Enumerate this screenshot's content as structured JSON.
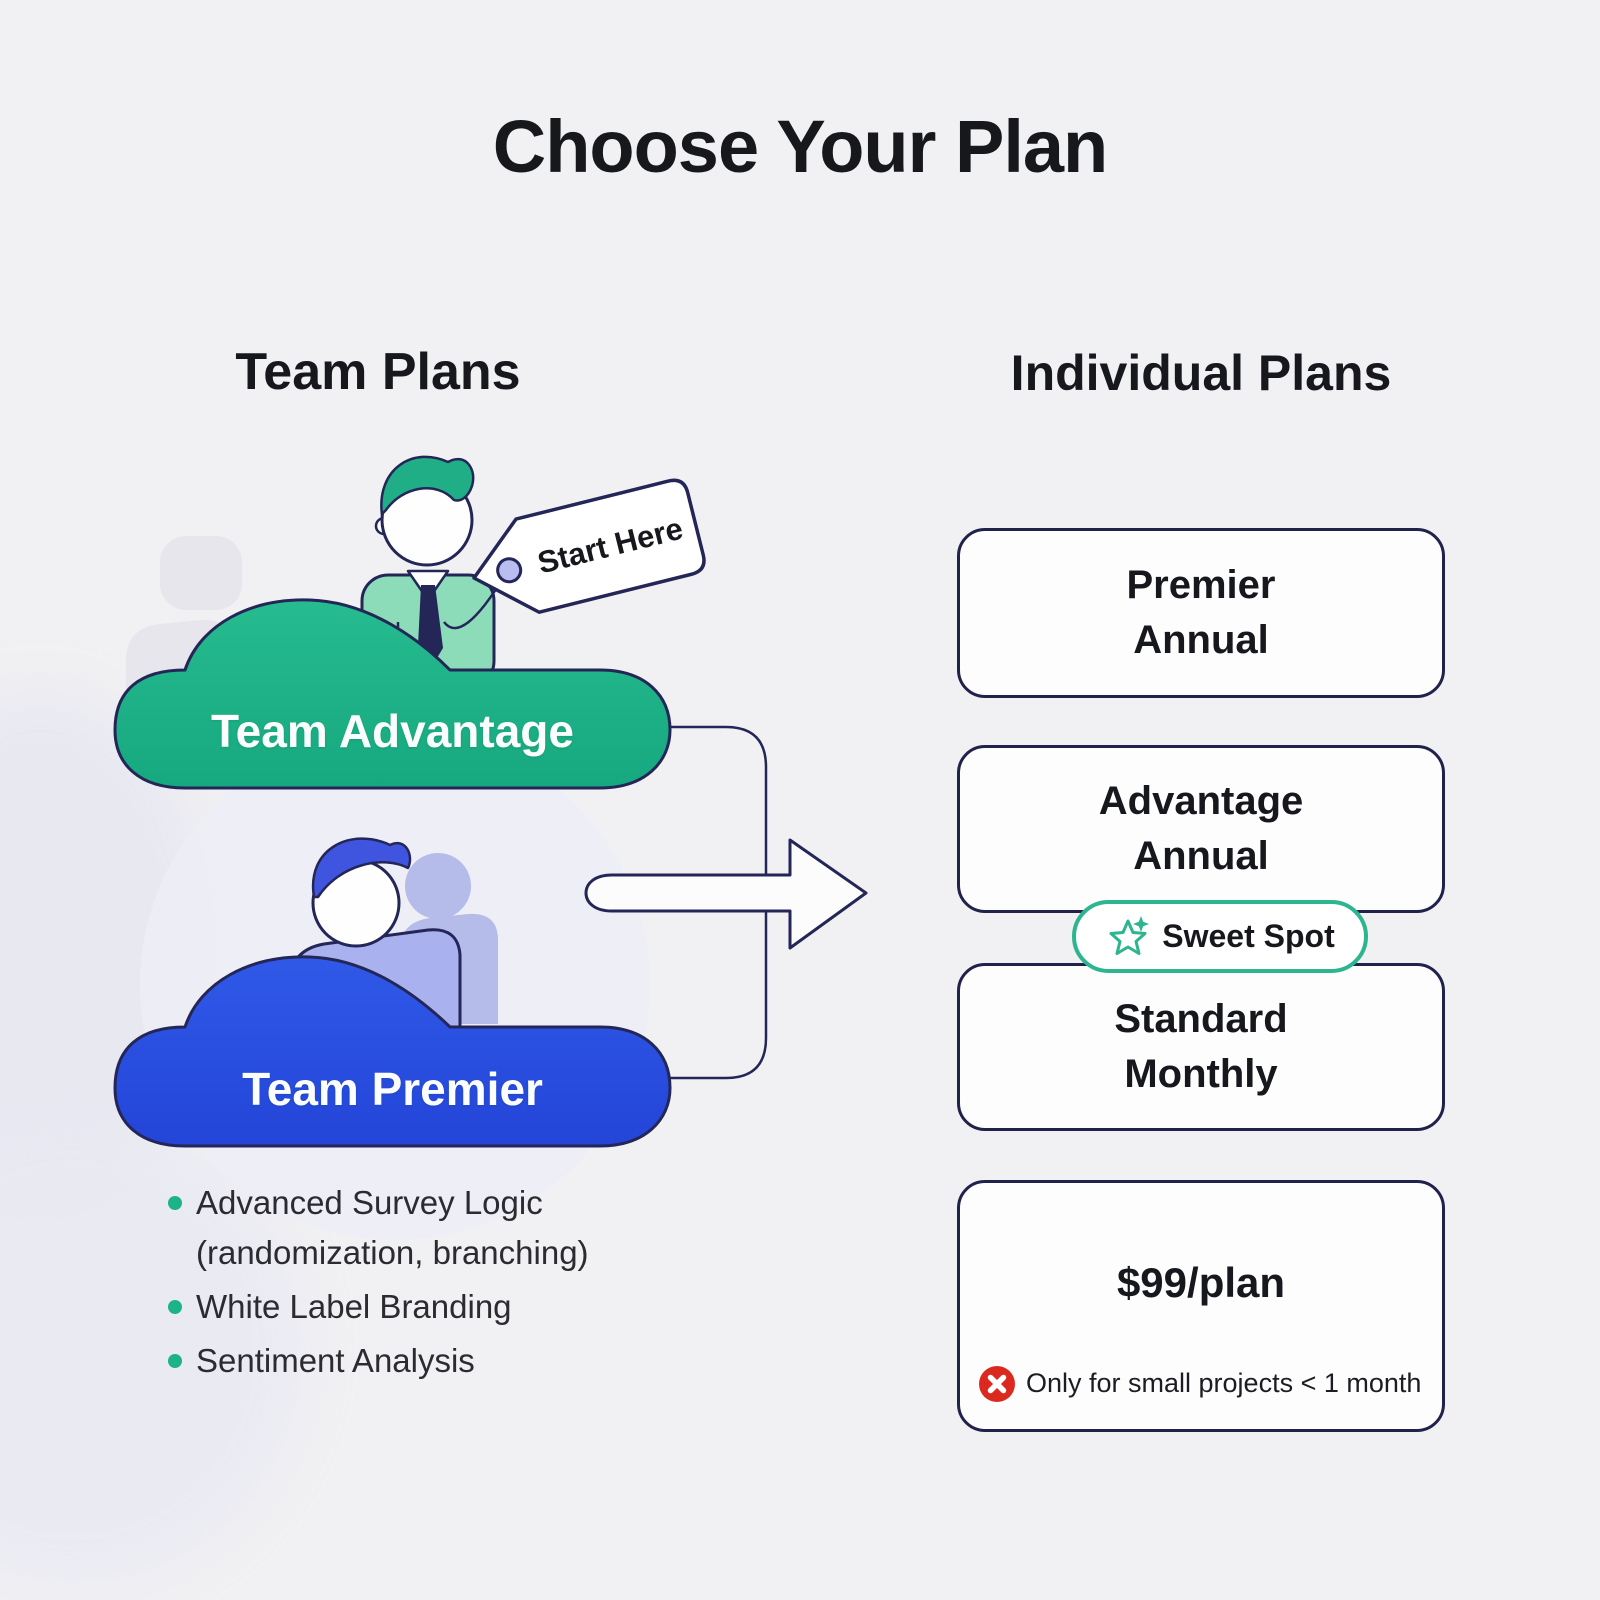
{
  "title": "Choose Your Plan",
  "team": {
    "heading": "Team Plans",
    "tag_label": "Start Here",
    "plans": [
      {
        "name": "Team Advantage",
        "color": "#1db388"
      },
      {
        "name": "Team Premier",
        "color": "#2a52e2"
      }
    ],
    "features": [
      {
        "line1": "Advanced Survey Logic",
        "line2": "(randomization, branching)"
      },
      {
        "line1": "White Label Branding"
      },
      {
        "line1": "Sentiment Analysis"
      }
    ]
  },
  "individual": {
    "heading": "Individual Plans",
    "cards": [
      {
        "line1": "Premier",
        "line2": "Annual"
      },
      {
        "line1": "Advantage",
        "line2": "Annual"
      },
      {
        "line1": "Standard",
        "line2": "Monthly"
      }
    ],
    "badge_label": "Sweet Spot",
    "price_card": {
      "price": "$99/plan",
      "warning": "Only for small projects < 1 month"
    }
  },
  "colors": {
    "background": "#f1f1f3",
    "team_advantage_green": "#1db388",
    "team_premier_blue": "#2a52e2",
    "outline_navy": "#232657",
    "badge_green": "#2cb58e",
    "warning_red": "#dc291f",
    "bullet_teal": "#1db388",
    "tag_hole_lavender": "#b9bdf0"
  }
}
